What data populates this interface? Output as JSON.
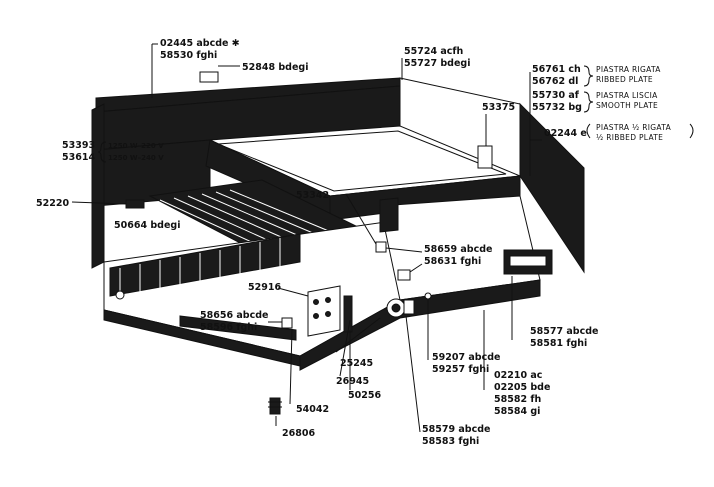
{
  "labels": {
    "p02445": "02445 abcde ✱",
    "p58530": "58530 fghi",
    "p52848": "52848 bdegi",
    "p55724": "55724 acfh",
    "p55727": "55727 bdegi",
    "p56761": "56761 ch",
    "p56762": "56762 dl",
    "ribbed_it": "PIASTRA RIGATA",
    "ribbed_en": "RIBBED PLATE",
    "p55730": "55730 af",
    "p55732": "55732 bg",
    "smooth_it": "PIASTRA LISCIA",
    "smooth_en": "SMOOTH PLATE",
    "p53375": "53375",
    "p02244": "02244 e",
    "half_it": "PIASTRA ½ RIGATA",
    "half_en": "½ RIBBED PLATE",
    "p53393": "53393",
    "v53393": "1250 W–220 V",
    "p53614": "53614",
    "v53614": "1250 W–240 V",
    "p53342": "53342",
    "p52220": "52220",
    "p50664": "50664 bdegi",
    "p58659": "58659 abcde",
    "p58631": "58631 fghi",
    "p52916": "52916",
    "p58656": "58656 abcde",
    "p58596": "58596 fghi",
    "p25245": "25245",
    "p26945": "26945",
    "p50256": "50256",
    "p54042": "54042",
    "p26806": "26806",
    "p58577": "58577 abcde",
    "p58581": "58581 fghi",
    "p59207": "59207 abcde",
    "p59257": "59257 fghi",
    "p02210": "02210 ac",
    "p02205": "02205 bde",
    "p58582": "58582 fh",
    "p58584": "58584 gi",
    "p58579": "58579 abcde",
    "p58583": "58583 fghi"
  }
}
